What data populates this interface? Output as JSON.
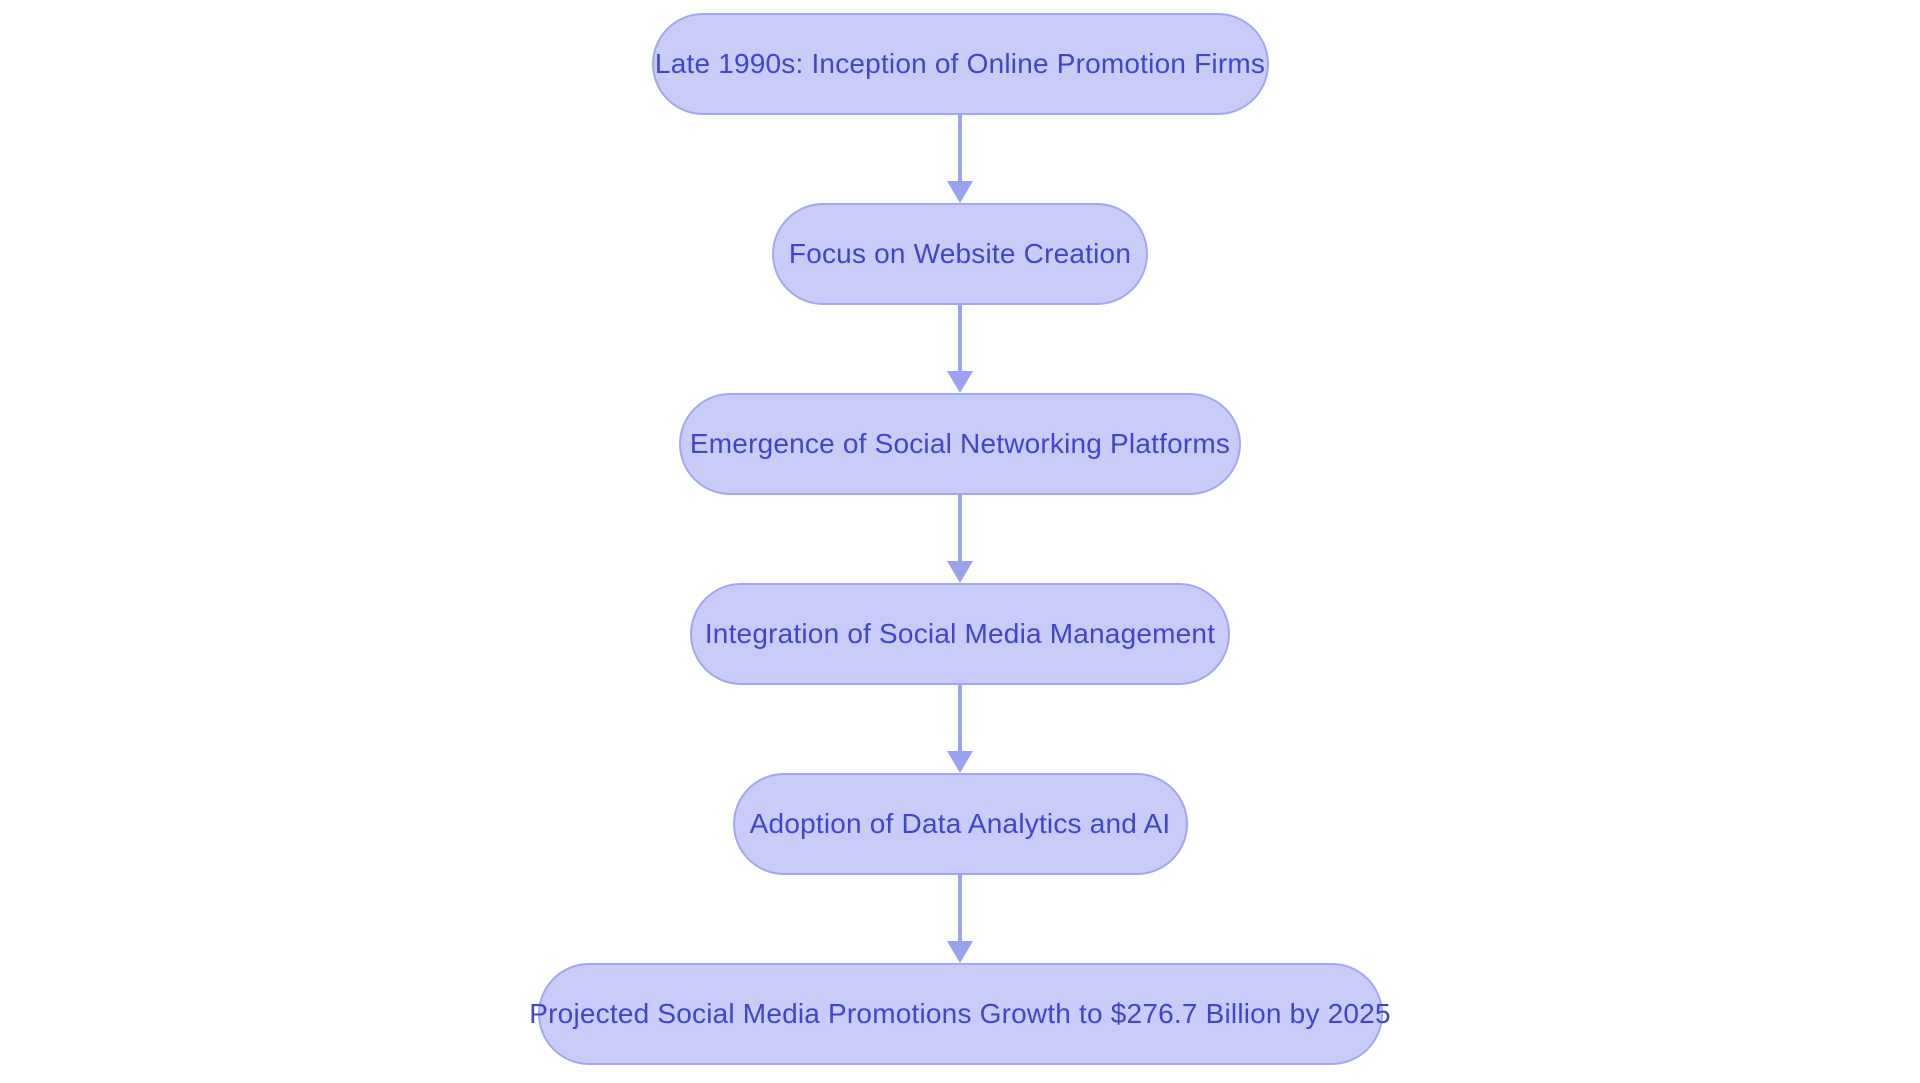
{
  "diagram": {
    "type": "flowchart",
    "direction": "top-down",
    "nodes": [
      {
        "id": 0,
        "label": "Late 1990s: Inception of Online Promotion Firms"
      },
      {
        "id": 1,
        "label": "Focus on Website Creation"
      },
      {
        "id": 2,
        "label": "Emergence of Social Networking Platforms"
      },
      {
        "id": 3,
        "label": "Integration of Social Media Management"
      },
      {
        "id": 4,
        "label": "Adoption of Data Analytics and AI"
      },
      {
        "id": 5,
        "label": "Projected Social Media Promotions Growth to $276.7 Billion by 2025"
      }
    ],
    "connections": [
      {
        "from": 0,
        "to": 1
      },
      {
        "from": 1,
        "to": 2
      },
      {
        "from": 2,
        "to": 3
      },
      {
        "from": 3,
        "to": 4
      },
      {
        "from": 4,
        "to": 5
      }
    ]
  },
  "theme": {
    "background": "#ffffff",
    "node_fill": "#c9ccf9",
    "node_border": "#a2a8ef",
    "text_color": "#3f46c8",
    "arrow_color": "#9ba2ef"
  }
}
